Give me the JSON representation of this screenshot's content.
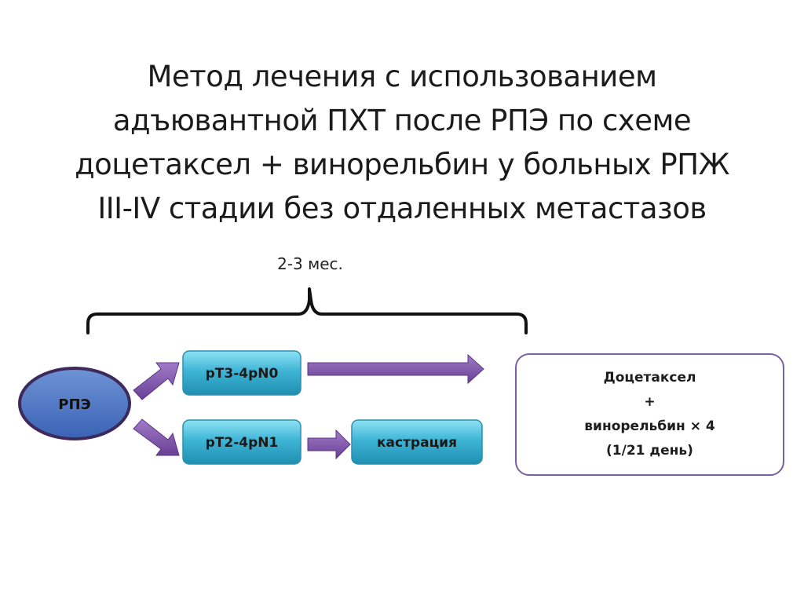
{
  "title": {
    "lines": [
      "Метод лечения с использованием",
      "адъювантной ПХТ после РПЭ по схеме",
      "доцетаксел + винорельбин у больных РПЖ",
      "III-IV стадии без отдаленных метастазов"
    ]
  },
  "timeline": {
    "duration_label": "2-3 мес."
  },
  "nodes": {
    "rpe": "РПЭ",
    "stage_a": "pT3-4pN0",
    "stage_b": "pT2-4pN1",
    "castration": "кастрация"
  },
  "result": {
    "lines": [
      "Доцетаксел",
      "+",
      "винорельбин × 4",
      "(1/21 день)"
    ]
  },
  "colors": {
    "ellipse_fill": "#4472c4",
    "ellipse_border": "#3d2a5c",
    "teal_box": "#3fb5d6",
    "arrow": "#7a4fa3",
    "result_border": "#7b5fa3"
  }
}
